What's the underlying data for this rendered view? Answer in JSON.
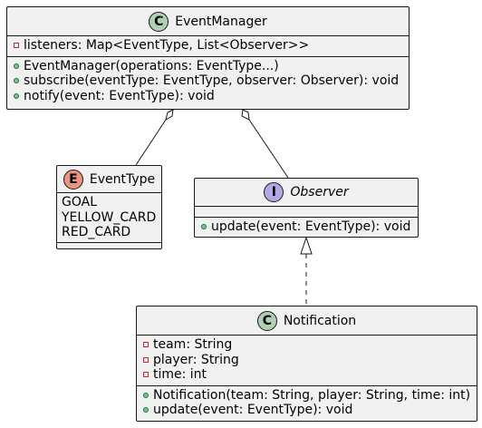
{
  "colors": {
    "class_stereotype_fill": "#add1b2",
    "enum_stereotype_fill": "#eb937f",
    "interface_stereotype_fill": "#b4a7e5",
    "box_fill": "#f1f1f1",
    "border": "#181818",
    "private_marker": "#c82930",
    "public_marker": "#84be84"
  },
  "classes": {
    "event_manager": {
      "stereotype": "C",
      "name": "EventManager",
      "fields": [
        {
          "visibility": "private",
          "text": "listeners: Map<EventType, List<Observer>>"
        }
      ],
      "methods": [
        {
          "visibility": "public",
          "text": "EventManager(operations: EventType...)"
        },
        {
          "visibility": "public",
          "text": "subscribe(eventType: EventType, observer: Observer): void"
        },
        {
          "visibility": "public",
          "text": "notify(event: EventType): void"
        }
      ]
    },
    "event_type": {
      "stereotype": "E",
      "name": "EventType",
      "values": [
        "GOAL",
        "YELLOW_CARD",
        "RED_CARD"
      ]
    },
    "observer": {
      "stereotype": "I",
      "name": "Observer",
      "methods": [
        {
          "visibility": "public",
          "text": "update(event: EventType): void"
        }
      ]
    },
    "notification": {
      "stereotype": "C",
      "name": "Notification",
      "fields": [
        {
          "visibility": "private",
          "text": "team: String"
        },
        {
          "visibility": "private",
          "text": "player: String"
        },
        {
          "visibility": "private",
          "text": "time: int"
        }
      ],
      "methods": [
        {
          "visibility": "public",
          "text": "Notification(team: String, player: String, time: int)"
        },
        {
          "visibility": "public",
          "text": "update(event: EventType): void"
        }
      ]
    }
  },
  "relations": [
    {
      "from": "event_manager",
      "to": "event_type",
      "kind": "aggregation"
    },
    {
      "from": "event_manager",
      "to": "observer",
      "kind": "aggregation"
    },
    {
      "from": "notification",
      "to": "observer",
      "kind": "realization"
    }
  ]
}
